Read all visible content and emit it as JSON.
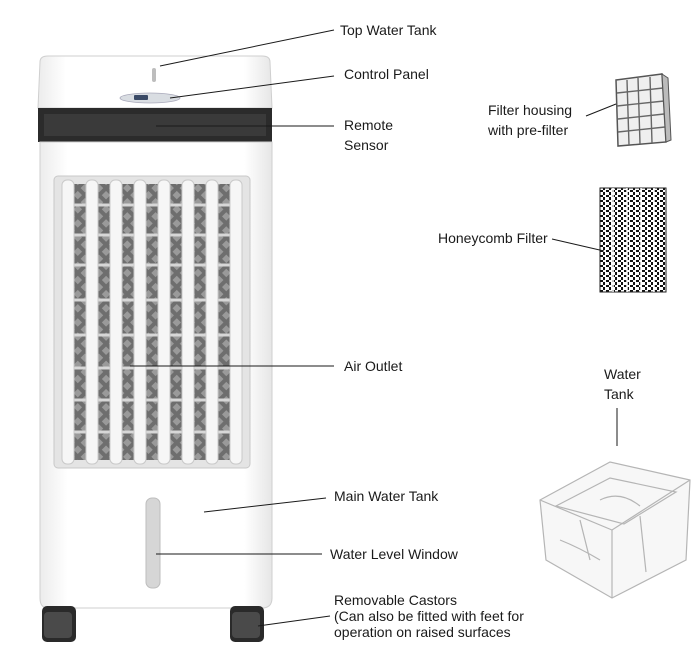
{
  "labels": {
    "top_water_tank": "Top Water Tank",
    "control_panel": "Control Panel",
    "remote_sensor": [
      "Remote",
      "Sensor"
    ],
    "air_outlet": "Air Outlet",
    "main_water_tank": "Main Water Tank",
    "water_level_window": "Water Level Window",
    "removable_castors": [
      "Removable Castors",
      "(Can also be fitted with feet for",
      "operation on raised surfaces"
    ],
    "filter_housing": [
      "Filter housing",
      "with pre-filter"
    ],
    "honeycomb_filter": "Honeycomb Filter",
    "water_tank": [
      "Water",
      "Tank"
    ]
  },
  "colors": {
    "body": "#ffffff",
    "outline": "#cfcfcf",
    "dark_band": "#2b2b2b",
    "louver": "#f4f4f4",
    "filter_grey": "#8a8a8a",
    "leader_line": "#1a1a1a"
  }
}
